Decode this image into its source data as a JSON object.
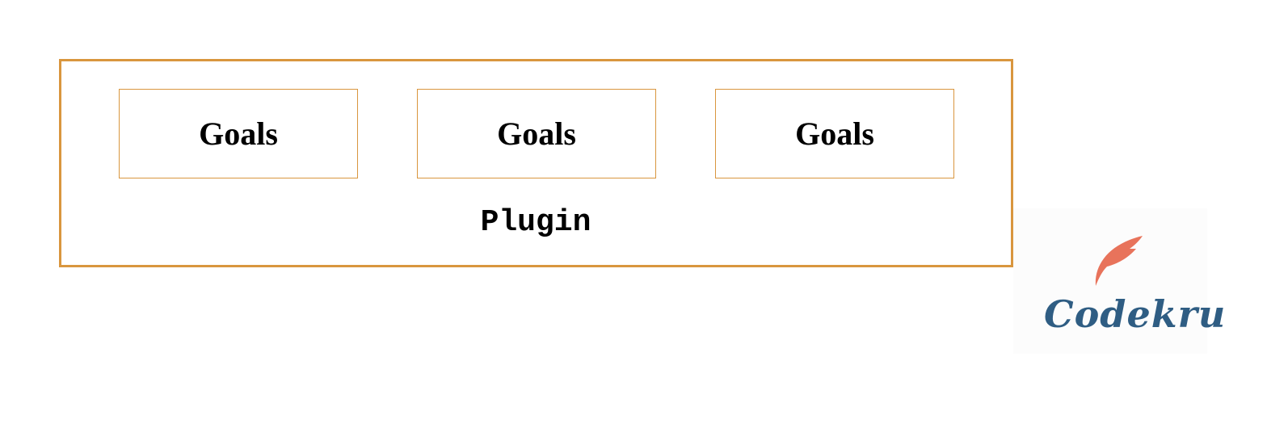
{
  "diagram": {
    "goals": [
      {
        "label": "Goals"
      },
      {
        "label": "Goals"
      },
      {
        "label": "Goals"
      }
    ],
    "container_label": "Plugin"
  },
  "watermark": {
    "brand": "Codekru",
    "icon": "feather-icon",
    "brand_color": "#2f5d83",
    "icon_color": "#e8735b"
  },
  "colors": {
    "border": "#d9963e"
  }
}
